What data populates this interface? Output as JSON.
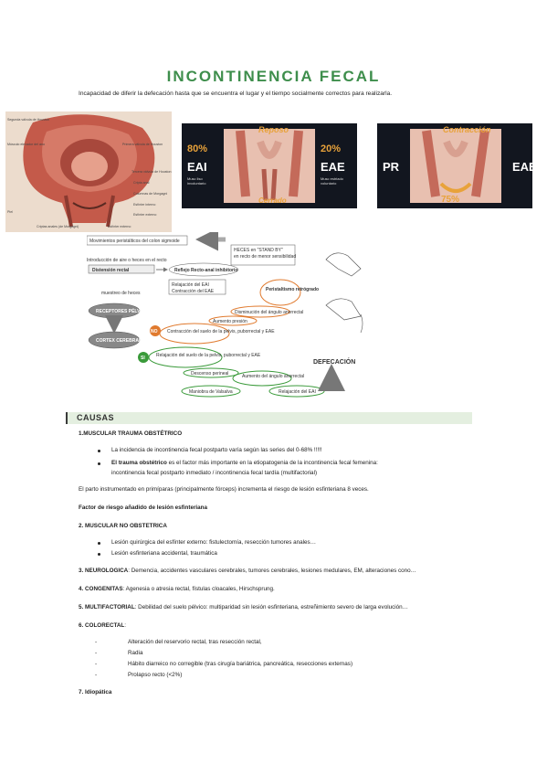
{
  "title": "INCONTINENCIA FECAL",
  "intro": "Incapacidad de diferir la defecación hasta que se encuentra el lugar y el tiempo socialmente correctos para realizarla.",
  "images": {
    "anatomy_labels": [
      "Segunda válvula de Houston",
      "Músculo elevador del ano",
      "Primera válvula de Houston",
      "Tercera válvula de Houston",
      "Cripta anal",
      "Columnas de Morgagni",
      "Esfínter interno",
      "Esfínter externo",
      "Piel",
      "Criptas anales (de Morgagni)",
      "Esfínter externo"
    ],
    "img2": {
      "top": "Reposo",
      "left_pct": "80%",
      "left_label": "EAI",
      "left_sub": "Musc liso involuntario",
      "right_pct": "20%",
      "right_label": "EAE",
      "right_sub": "Musc estriado voluntario",
      "bottom": "Cerrado"
    },
    "img3": {
      "top": "Contracción",
      "left_label": "PR",
      "right_label": "EAE",
      "bottom": "75%"
    }
  },
  "flow": {
    "movimientos": "Movimientos peristálticos del colon sigmoide",
    "heces": "HECES en \"STAND BY\"",
    "heces_sub": "en recto de menor sensibilidad",
    "introduccion": "Introducción de aire o heces en el recto",
    "distension": "Distensión rectal",
    "reflejo": "Reflejo Recto-anal inhibitorio",
    "relajacion": "Relajación del EAI",
    "contraccion": "Contracción del EAE",
    "muestreo": "muestreo de heces",
    "receptores": "RECEPTORES PÉLVICOS",
    "corteza": "CORTEX CEREBRAL",
    "peristaltismo": "Peristaltismo retrógrado",
    "disminucion": "Disminución del ángulo anorrectal",
    "aumento_presion": "Aumento presión",
    "no": "NO",
    "no_text": "Contracción del suelo de la pelvis, puborrectal y EAE",
    "si": "SI",
    "si_text": "Relajación del suelo de la pelvis, puborrectal y EAE",
    "descenso": "Descenso perineal",
    "aumento_angulo": "Aumento del ángulo anorrectal",
    "valsalva": "Maniobra de Valsalva",
    "relajacion_eai": "Relajación del EAI",
    "defecacion": "DEFECACIÓN"
  },
  "causas": {
    "header": "CAUSAS",
    "s1_title": "1.MUSCULAR TRAUMA OBSTÉTRICO",
    "s1_b1": "La incidencia de incontinencia fecal postparto varía según las series del 0-68% !!!!!",
    "s1_b2a": "El trauma obstétrico",
    "s1_b2b": " es el factor más importante en la etiopatogenia de la incontinencia fecal femenina:",
    "s1_b2c": "incontinencia fecal postparto inmediato / incontinencia fecal tardía (multifactorial)",
    "parto": "El parto instrumentado en primíparas (principalmente fórceps) incrementa el riesgo de lesión esfinteriana 8 veces.",
    "factor": "Factor de riesgo añadido de lesión esfinteriana",
    "s2_title": "2. MUSCULAR NO OBSTETRICA",
    "s2_b1": "Lesión quirúrgica del esfínter externo: fistulectomía, resección tumores anales…",
    "s2_b2": "Lesión esfinteriana accidental, traumática",
    "s3_title": "3. NEUROLOGICA",
    "s3_text": ": Demencia, accidentes vasculares cerebrales, tumores cerebrales, lesiones medulares, EM, alteraciones cono…",
    "s4_title": "4. CONGENITAS",
    "s4_text": ": Agenesia o atresia rectal, fístulas cloacales, Hirschsprung.",
    "s5_title": "5. MULTIFACTORIAL",
    "s5_text": ": Debilidad del suelo pélvico: multiparidad sin lesión esfinteriana, estreñimiento severo de larga evolución…",
    "s6_title": "6. COLORECTAL",
    "s6_colon": ":",
    "s6_items": [
      "Alteración del reservorio rectal, tras resección rectal,",
      "Radia",
      "Hábito diarreico no corregible (tras cirugía bariátrica, pancreática, resecciones externas)",
      "Prolapso recto (<2%)"
    ],
    "s7_title": "7. Idiopática"
  },
  "colors": {
    "accent": "#3e8e4c",
    "section_bg": "#e4efe0",
    "orange": "#e07a2e",
    "green": "#3a9a3a"
  }
}
